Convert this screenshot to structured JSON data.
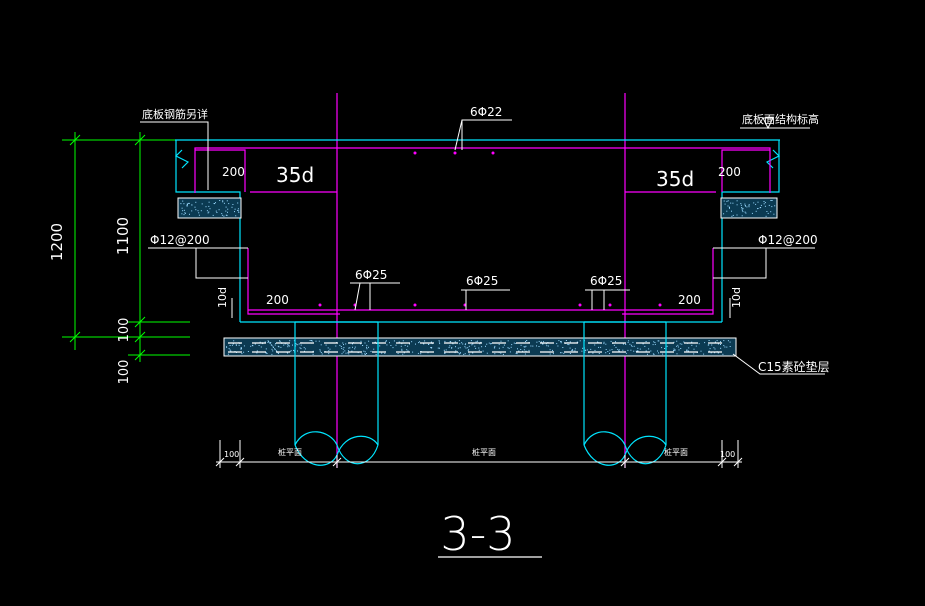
{
  "title": "3-3",
  "colors": {
    "background": "#000000",
    "cyan": "#00e5ff",
    "magenta": "#ff00ff",
    "green": "#00ff00",
    "white": "#ffffff",
    "hatch": "#9ad9ff"
  },
  "labels": {
    "slab_rebar_note": "底板钢筋另详",
    "slab_top_elevation": "底板面结构标高",
    "top_bars": "6Φ22",
    "anchorage_left": "35d",
    "anchorage_right": "35d",
    "hook_top_left": "200",
    "hook_top_right": "200",
    "hook_bottom_left": "200",
    "hook_bottom_right": "200",
    "wall_bars_left": "Φ12@200",
    "wall_bars_right": "Φ12@200",
    "bottom_bars_left": "6Φ25",
    "bottom_bars_mid": "6Φ25",
    "bottom_bars_right": "6Φ25",
    "wall_dim_left": "10d",
    "wall_dim_right": "10d",
    "cushion_note": "C15素砼垫层",
    "dim_left_100": "100",
    "dim_right_100": "100",
    "pile_dim_left": "桩平面",
    "pile_dim_mid": "桩平面",
    "pile_dim_right": "桩平面"
  },
  "dimensions": {
    "total": "1200",
    "upper": "1100",
    "middle": "100",
    "lower": "100"
  }
}
